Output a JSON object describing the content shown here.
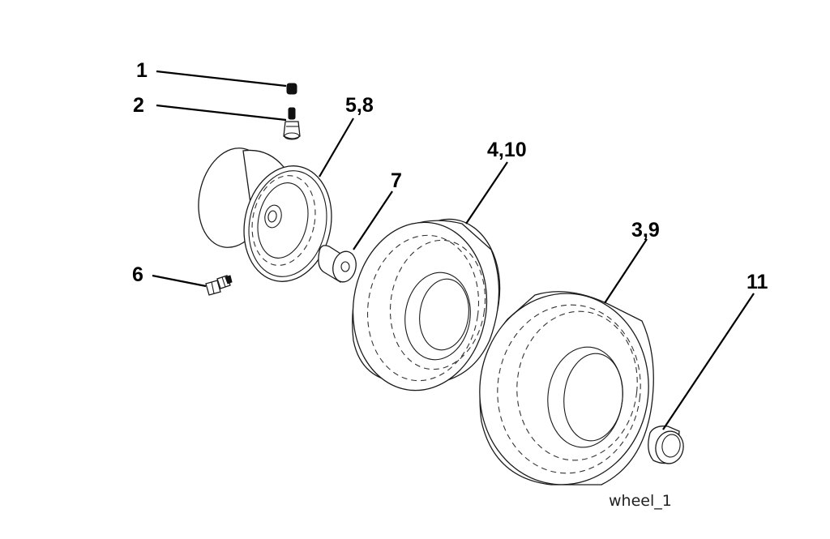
{
  "callouts": {
    "c1": "1",
    "c2": "2",
    "c58": "5,8",
    "c410": "4,10",
    "c7": "7",
    "c39": "3,9",
    "c6": "6",
    "c11": "11"
  },
  "caption": "wheel_1"
}
